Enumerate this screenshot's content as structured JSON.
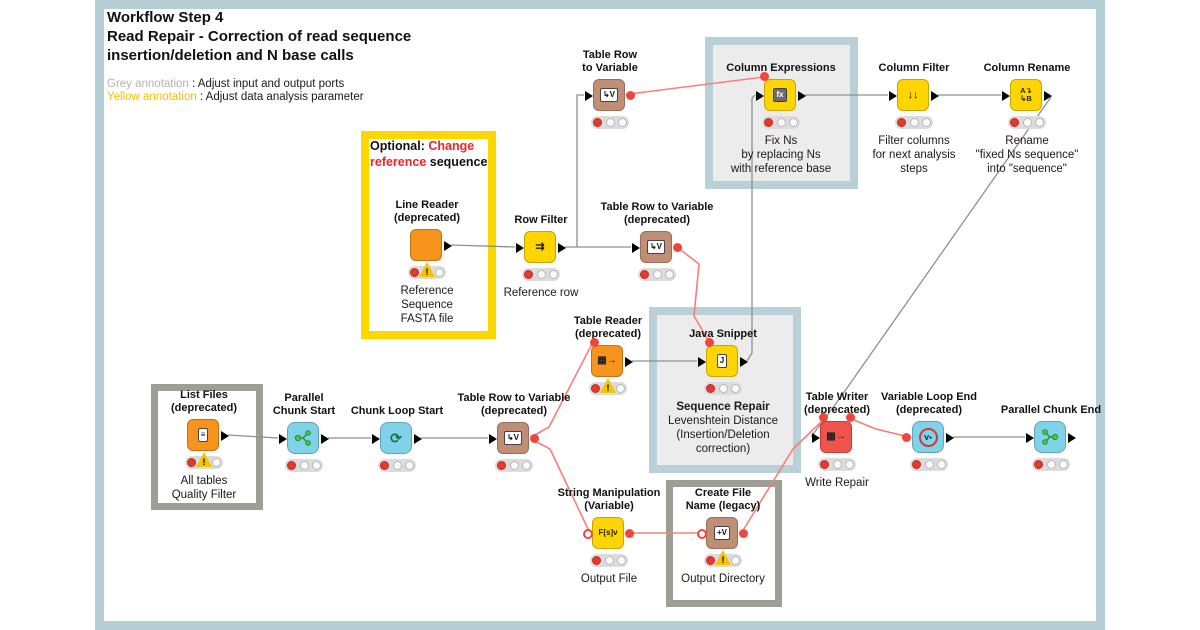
{
  "header": {
    "title": "Workflow Step 4\nRead Repair - Correction of read sequence\ninsertion/deletion and N base calls",
    "legend": {
      "grey_label": "Grey annotation",
      "grey_text": " : Adjust input and output ports",
      "yellow_label": "Yellow annotation",
      "yellow_text": " : Adjust data analysis parameter"
    }
  },
  "optional_box": {
    "prefix": "Optional: ",
    "highlight1": "Change",
    "highlight2": "reference",
    "suffix": " sequence"
  },
  "sequence_repair_box": {
    "title": "Sequence Repair",
    "body": "Levenshtein Distance\n(Insertion/Deletion\ncorrection)"
  },
  "nodes": [
    {
      "title": "Table Row\nto Variable"
    },
    {
      "title": "Column Expressions",
      "annotation": "Fix Ns\nby replacing Ns\nwith reference base"
    },
    {
      "title": "Column Filter",
      "annotation": "Filter columns\nfor next analysis\nsteps"
    },
    {
      "title": "Column Rename",
      "annotation": "Rename\n\"fixed Ns sequence\"\ninto \"sequence\""
    },
    {
      "title": "Line Reader\n(deprecated)",
      "annotation": "Reference\nSequence\nFASTA file"
    },
    {
      "title": "Row Filter",
      "annotation": "Reference row"
    },
    {
      "title": "Table Row to Variable\n(deprecated)"
    },
    {
      "title": "Table Reader\n(deprecated)"
    },
    {
      "title": "Java Snippet"
    },
    {
      "title": "List Files\n(deprecated)",
      "annotation": "All tables\nQuality Filter"
    },
    {
      "title": "Parallel\nChunk Start"
    },
    {
      "title": "Chunk Loop Start"
    },
    {
      "title": "Table Row to Variable\n(deprecated)"
    },
    {
      "title": "Table Writer\n(deprecated)",
      "annotation": "Write Repair"
    },
    {
      "title": "Variable Loop End\n(deprecated)"
    },
    {
      "title": "Parallel Chunk End"
    },
    {
      "title": "String Manipulation\n(Variable)",
      "annotation": "Output File"
    },
    {
      "title": "Create File\nName (legacy)",
      "annotation": "Output Directory"
    }
  ],
  "icons": {
    "column_expressions": "fx",
    "column_filter": "↓↓",
    "column_rename": "A↴\n↳B",
    "row_filter": "⇉",
    "table_reader": "▦→",
    "java_snippet": "J",
    "list_files": "≡",
    "chunk_loop_start": "⟳",
    "table_row_to_variable": "↳V",
    "table_writer": "▦→",
    "variable_loop_end": "V▪",
    "string_manipulation": "F[s]v",
    "create_file_name": "+V",
    "warning": "!"
  },
  "colors": {
    "node_yellow": "#fed500",
    "node_orange": "#f7941e",
    "node_brown": "#c08e74",
    "node_blue": "#7fd2e9",
    "node_red": "#f0534b",
    "frame_blue": "#b5ced6",
    "box_blue_border": "#b9d0d7",
    "box_yellow_border": "#fdd800",
    "box_grey_border": "#9e9e96",
    "wire_grey": "#8f8f8f",
    "wire_red": "#f5807a",
    "status_red": "#e23b2e",
    "warning_yellow": "#f6c500",
    "legend_grey": "#b3b3b3",
    "legend_yellow": "#f0c300"
  },
  "connections": [
    {
      "from": "Line Reader (deprecated)",
      "to": "Row Filter",
      "kind": "data"
    },
    {
      "from": "Row Filter",
      "to": "Table Row to Variable",
      "kind": "data"
    },
    {
      "from": "Row Filter",
      "to": "Table Row to Variable (deprecated) [mid]",
      "kind": "data"
    },
    {
      "from": "Table Row to Variable",
      "to": "Column Expressions",
      "kind": "flow-variable"
    },
    {
      "from": "Table Row to Variable (deprecated) [mid]",
      "to": "Java Snippet",
      "kind": "flow-variable"
    },
    {
      "from": "Table Reader (deprecated)",
      "to": "Java Snippet",
      "kind": "data"
    },
    {
      "from": "Java Snippet",
      "to": "Column Expressions",
      "kind": "data"
    },
    {
      "from": "Column Expressions",
      "to": "Column Filter",
      "kind": "data"
    },
    {
      "from": "Column Filter",
      "to": "Column Rename",
      "kind": "data"
    },
    {
      "from": "Column Rename",
      "to": "Table Writer (deprecated)",
      "kind": "data"
    },
    {
      "from": "List Files (deprecated)",
      "to": "Parallel Chunk Start",
      "kind": "data"
    },
    {
      "from": "Parallel Chunk Start",
      "to": "Chunk Loop Start",
      "kind": "data"
    },
    {
      "from": "Chunk Loop Start",
      "to": "Table Row to Variable (deprecated) [bottom]",
      "kind": "data"
    },
    {
      "from": "Table Row to Variable (deprecated) [bottom]",
      "to": "Table Reader (deprecated)",
      "kind": "flow-variable"
    },
    {
      "from": "Table Row to Variable (deprecated) [bottom]",
      "to": "String Manipulation (Variable)",
      "kind": "flow-variable"
    },
    {
      "from": "String Manipulation (Variable)",
      "to": "Create File Name (legacy)",
      "kind": "flow-variable"
    },
    {
      "from": "Create File Name (legacy)",
      "to": "Table Writer (deprecated)",
      "kind": "flow-variable"
    },
    {
      "from": "Table Writer (deprecated)",
      "to": "Variable Loop End (deprecated)",
      "kind": "flow-variable"
    },
    {
      "from": "Variable Loop End (deprecated)",
      "to": "Parallel Chunk End",
      "kind": "data"
    }
  ]
}
